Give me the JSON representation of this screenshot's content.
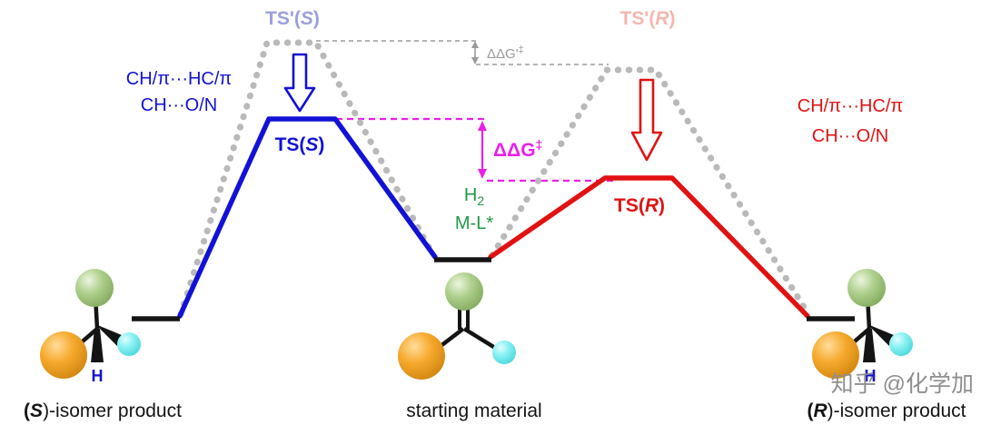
{
  "transition_states": {
    "ts_prime_s": {
      "pre": "TS'(",
      "stereo": "S",
      "post": ")"
    },
    "ts_s": {
      "pre": "TS(",
      "stereo": "S",
      "post": ")"
    },
    "ts_prime_r": {
      "pre": "TS'(",
      "stereo": "R",
      "post": ")"
    },
    "ts_r": {
      "pre": "TS(",
      "stereo": "R",
      "post": ")"
    }
  },
  "interactions": {
    "left_line1": "CH/π···HC/π",
    "left_line2": "CH···O/N",
    "right_line1": "CH/π···HC/π",
    "right_line2": "CH···O/N"
  },
  "energy_gaps": {
    "upper_base": "ΔΔG'",
    "upper_sup": "‡",
    "lower_base": "ΔΔG",
    "lower_sup": "‡"
  },
  "reagents": {
    "h2_base": "H",
    "h2_sub": "2",
    "catalyst": "M-L*"
  },
  "species": {
    "left_pre": "(",
    "left_stereo": "S",
    "left_post": ")-isomer product",
    "center": "starting material",
    "right_pre": "(",
    "right_stereo": "R",
    "right_post": ")-isomer product"
  },
  "atoms": {
    "h_left": "H",
    "h_right": "H"
  },
  "watermark": "知乎 @化学加",
  "colors": {
    "s_pathway_blue": "#1212d6",
    "r_pathway_red": "#e11212",
    "uncatalyzed_gray": "#b9b9b9",
    "thin_dash_gray": "#9a9a9a",
    "ts_prime_s_label": "#9aa0dd",
    "ts_prime_r_label": "#f3b7ad",
    "gap_magenta": "#ea1fea",
    "reagent_green": "#1f9946",
    "level_black": "#141414",
    "sphere_orange": "#f5a82c",
    "sphere_green": "#aacd89",
    "sphere_cyan": "#7deef2",
    "h_label_blue": "#1212d6",
    "watermark_gray": "#8f8f8f"
  }
}
